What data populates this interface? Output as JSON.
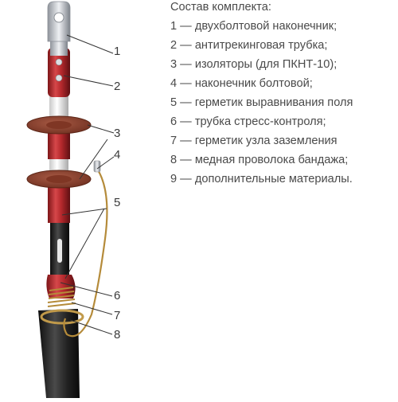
{
  "legend": {
    "title": "Состав комплекта:",
    "items": [
      "1 — двухболтовой наконечник;",
      "2 — антитрекинговая трубка;",
      "3 — изоляторы (для ПКНТ-10);",
      "4 — наконечник болтовой;",
      "5 — герметик выравнивания поля",
      "6 — трубка стресс-контроля;",
      "7 — герметик узла заземления",
      "8 — медная проволока бандажа;",
      "9 — дополнительные материалы."
    ]
  },
  "callouts": {
    "c1": "1",
    "c2": "2",
    "c3": "3",
    "c4": "4",
    "c5": "5",
    "c6": "6",
    "c7": "7",
    "c8": "8"
  },
  "colors": {
    "cable_red": "#b5292d",
    "insulator_brown": "#8b3f2c",
    "cable_black": "#1c1c1c",
    "lug_metal": "#c8ccd2",
    "wire_copper": "#b58b3a",
    "text": "#4a4a4a"
  }
}
